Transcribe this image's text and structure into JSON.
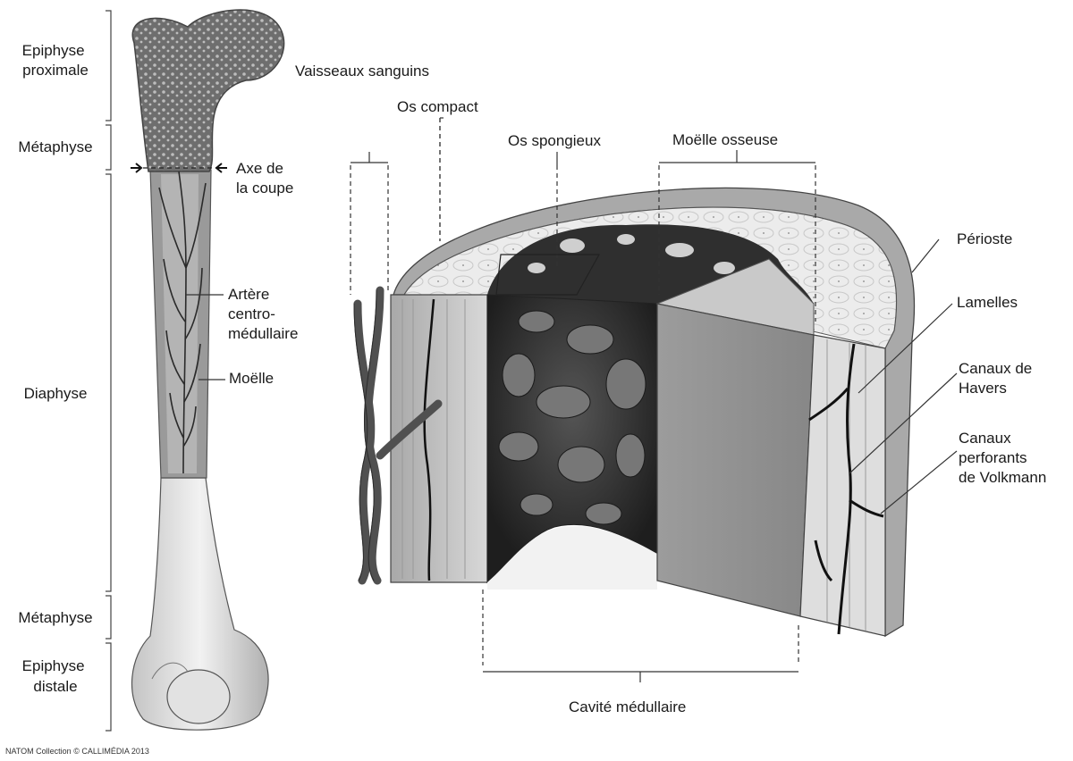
{
  "left_labels": {
    "epiphyse_proximale": [
      "Epiphyse",
      "proximale"
    ],
    "metaphyse_top": "Métaphyse",
    "diaphyse": "Diaphyse",
    "metaphyse_bottom": "Métaphyse",
    "epiphyse_distale": [
      "Epiphyse",
      "distale"
    ]
  },
  "bone_labels": {
    "axe_coupe": [
      "Axe de",
      "la coupe"
    ],
    "artere": [
      "Artère",
      "centro-",
      "médullaire"
    ],
    "moelle": "Moëlle"
  },
  "section_labels": {
    "vaisseaux": "Vaisseaux sanguins",
    "os_compact": "Os compact",
    "os_spongieux": "Os spongieux",
    "moelle_osseuse": "Moëlle osseuse",
    "perioste": "Périoste",
    "lamelles": "Lamelles",
    "canaux_havers": [
      "Canaux de",
      "Havers"
    ],
    "canaux_volkmann": [
      "Canaux",
      "perforants",
      "de Volkmann"
    ],
    "cavite": "Cavité médullaire"
  },
  "credit": "NATOM Collection © CALLIMÉDIA 2013",
  "colors": {
    "bone_gray": "#8c8c8c",
    "spongy_dark": "#3a3a3a",
    "compact_light": "#e6e6e6",
    "cortex": "#b5b5b5"
  }
}
